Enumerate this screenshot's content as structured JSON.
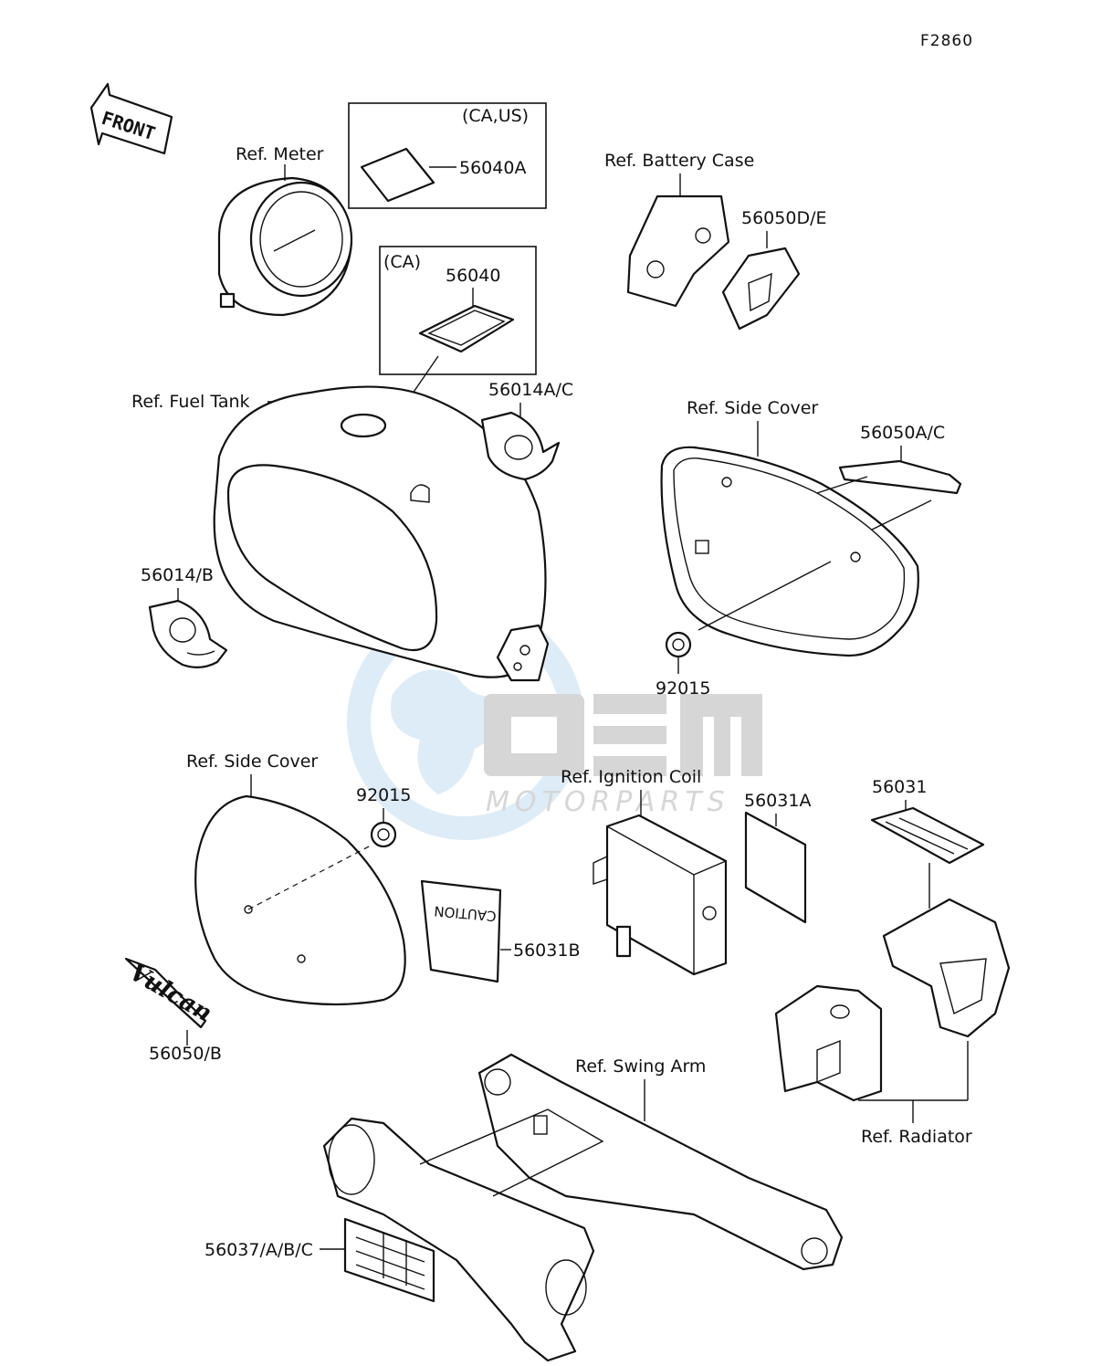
{
  "figure_code": "F2860",
  "front_label": "FRONT",
  "watermark": {
    "brand": "oem",
    "subtitle": "MOTORPARTS"
  },
  "labels": {
    "ref_meter": "Ref. Meter",
    "region_ca_us": "(CA,US)",
    "p56040A": "56040A",
    "region_ca": "(CA)",
    "p56040": "56040",
    "ref_battery_case": "Ref. Battery Case",
    "p56050DE": "56050D/E",
    "ref_fuel_tank": "Ref. Fuel Tank",
    "p56014AC": "56014A/C",
    "ref_side_cover_right": "Ref. Side Cover",
    "p56050AC": "56050A/C",
    "p56014B": "56014/B",
    "p92015_right": "92015",
    "ref_side_cover_left": "Ref. Side Cover",
    "p92015_left": "92015",
    "ref_ignition_coil": "Ref. Ignition Coil",
    "p56031A": "56031A",
    "p56031": "56031",
    "caution_decal_text": "CAUTION",
    "p56031B": "56031B",
    "p56050B": "56050/B",
    "emblem_script": "Vulcan",
    "ref_swing_arm": "Ref. Swing Arm",
    "ref_radiator": "Ref. Radiator",
    "p56037ABC": "56037/A/B/C"
  }
}
